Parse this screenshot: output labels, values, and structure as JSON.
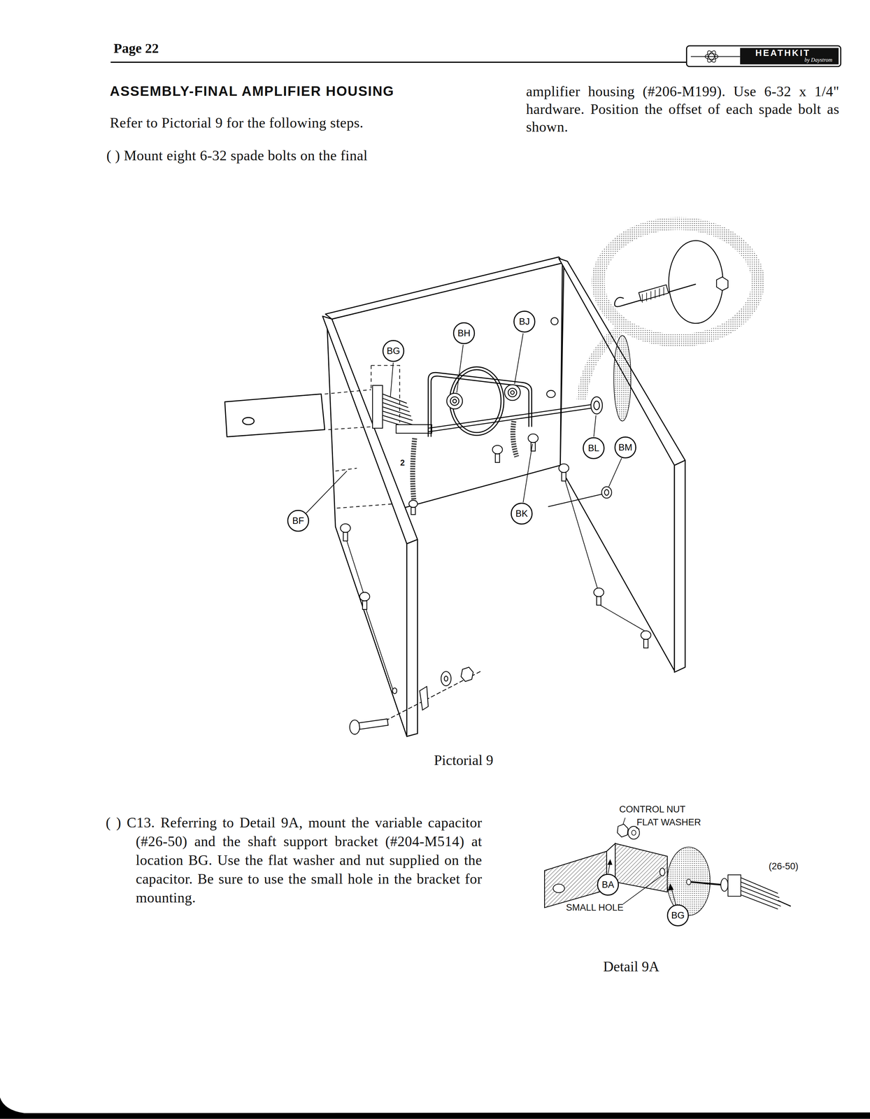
{
  "diagram": {
    "title": "ASSEMBLY-FINAL AMPLIFIER HOUSING",
    "nodes": [
      {
        "text": [
          "BJ"
        ]
      },
      {
        "text": [
          "BH"
        ]
      },
      {
        "text": [
          "BG"
        ]
      },
      {
        "text": [
          "BM"
        ]
      },
      {
        "text": [
          "BL"
        ]
      },
      {
        "text": [
          "BK"
        ]
      },
      {
        "text": [
          "BF"
        ]
      },
      {
        "text": [
          "BA"
        ]
      },
      {
        "text": [
          "BG"
        ]
      }
    ],
    "labels": [
      "Page 22",
      "HEATHKIT",
      "by Daystrom",
      "Refer to Pictorial 9 for the following steps.",
      "( ) Mount eight 6-32 spade bolts on the final",
      "amplifier housing (#206-M199). Use 6-32 x 1/4\" hardware. Position the offset of each spade bolt as shown.",
      "2",
      "Pictorial 9",
      "( ) C13. Referring to Detail 9A, mount the variable capacitor (#26-50) and the shaft support bracket (#204-M514) at location BG. Use the flat washer and nut supplied on the capacitor. Be sure to use the small hole in the bracket for mounting.",
      "CONTROL NUT",
      "FLAT WASHER",
      "(26-50)",
      "SMALL HOLE",
      "Detail 9A"
    ]
  }
}
